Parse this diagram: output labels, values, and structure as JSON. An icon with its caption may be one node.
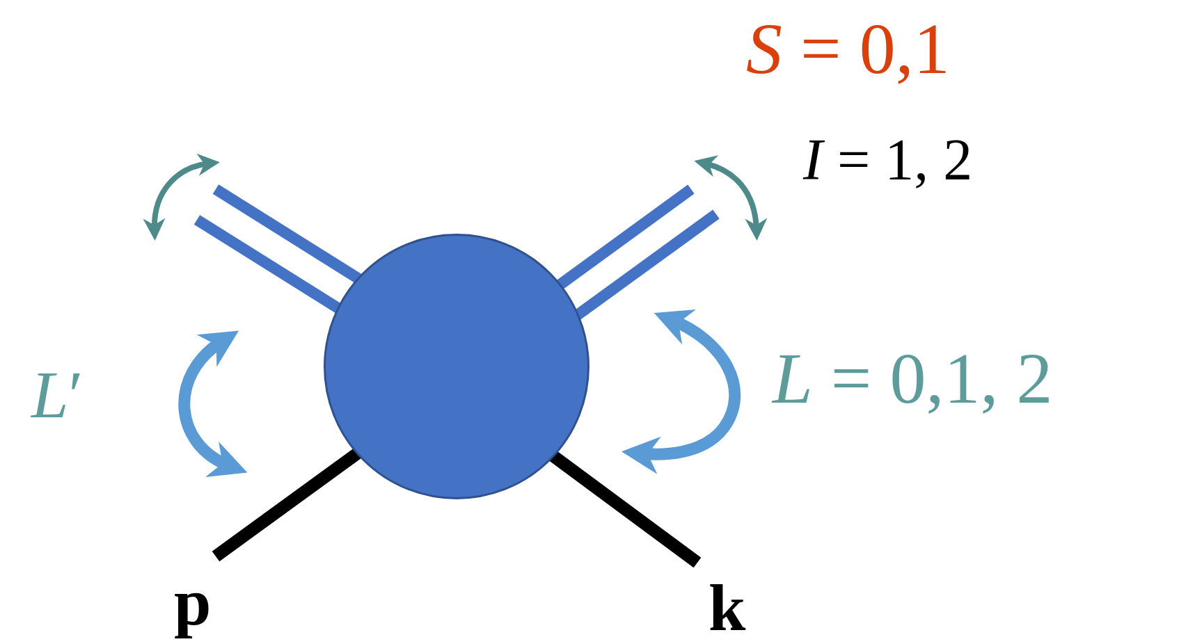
{
  "diagram": {
    "nodes": [
      {
        "text": [],
        "shape": "circle"
      }
    ],
    "labels": [
      "*S* = 0,1",
      "*I* = 1, 2",
      "*L*′",
      "*L* = 0,1, 2",
      "p",
      "k"
    ]
  }
}
